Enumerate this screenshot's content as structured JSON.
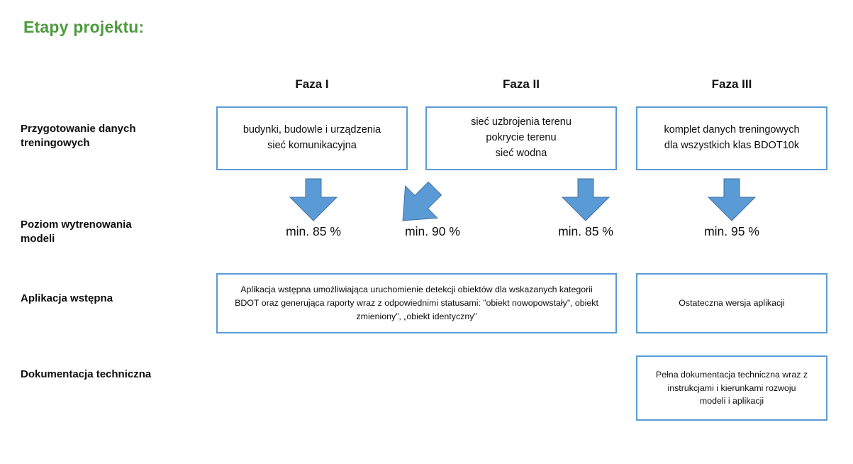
{
  "slide": {
    "title": "Etapy projektu:",
    "title_color": "#4e9a3e",
    "accent_color": "#5b9bd5",
    "background_color": "#ffffff"
  },
  "columns": [
    {
      "label": "Faza I"
    },
    {
      "label": "Faza II"
    },
    {
      "label": "Faza III"
    }
  ],
  "rows": [
    {
      "label": "Przygotowanie danych\ntreningowych"
    },
    {
      "label": "Poziom wytrenowania\nmodeli"
    },
    {
      "label": "Aplikacja wstępna"
    },
    {
      "label": "Dokumentacja techniczna"
    }
  ],
  "training_data_boxes": [
    {
      "text": "budynki, budowle i urządzenia\nsieć komunikacyjna"
    },
    {
      "text": "sieć uzbrojenia terenu\npokrycie terenu\nsieć wodna"
    },
    {
      "text": "komplet danych treningowych\ndla wszystkich klas BDOT10k"
    }
  ],
  "training_levels": [
    {
      "value": "min. 85 %",
      "arrow": "down-arrow-icon"
    },
    {
      "value": "min. 90 %",
      "arrow": "diagonal-down-right-arrow-icon"
    },
    {
      "value": "min. 85 %",
      "arrow": "down-arrow-icon"
    },
    {
      "value": "min. 95 %",
      "arrow": "down-arrow-icon"
    }
  ],
  "application_boxes": [
    {
      "text": "Aplikacja wstępna umożliwiająca uruchomienie detekcji obiektów dla wskazanych kategorii BDOT oraz generująca raporty wraz z odpowiednimi statusami: ”obiekt nowopowstały”, obiekt zmieniony”, „obiekt identyczny”"
    },
    {
      "text": "Ostateczna wersja aplikacji"
    }
  ],
  "documentation_boxes": [
    {
      "text": "Pełna dokumentacja techniczna wraz z\ninstrukcjami i kierunkami rozwoju\nmodeli i aplikacji"
    }
  ]
}
